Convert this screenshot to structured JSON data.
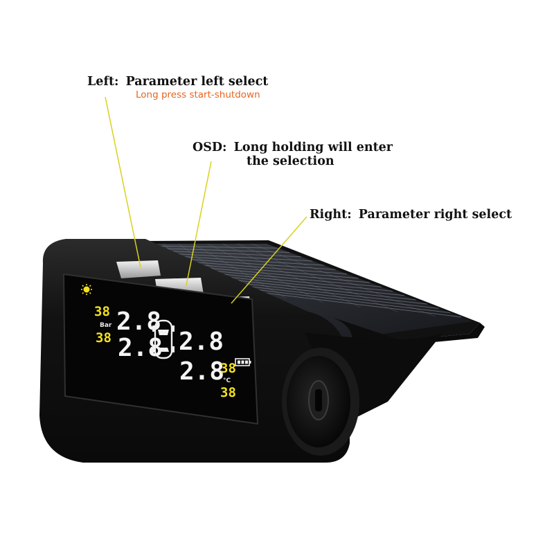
{
  "callouts": {
    "left": {
      "key": "Left:",
      "text": "Parameter left select",
      "sub": "Long press start-shutdown"
    },
    "osd": {
      "key": "OSD:",
      "text": "Long holding will enter",
      "text2": "the selection"
    },
    "right": {
      "key": "Right:",
      "text": "Parameter right select"
    }
  },
  "display": {
    "pressure_fl": "2.8",
    "pressure_fr": "2.8",
    "pressure_rl": "2.8",
    "pressure_rr": "2.8",
    "temp_fl": "38",
    "temp_rl": "38",
    "temp_fr": "38",
    "temp_rr": "38",
    "unit_pressure": "Bar",
    "unit_temp": "°C"
  },
  "colors": {
    "leader_line": "#d9d21c",
    "sub_text": "#e8641f",
    "lcd_yellow": "#f3e21c",
    "device_body": "#141414"
  },
  "icons": [
    "sun-icon",
    "car-icon",
    "battery-icon",
    "usb-port-icon",
    "solar-panel-icon"
  ]
}
